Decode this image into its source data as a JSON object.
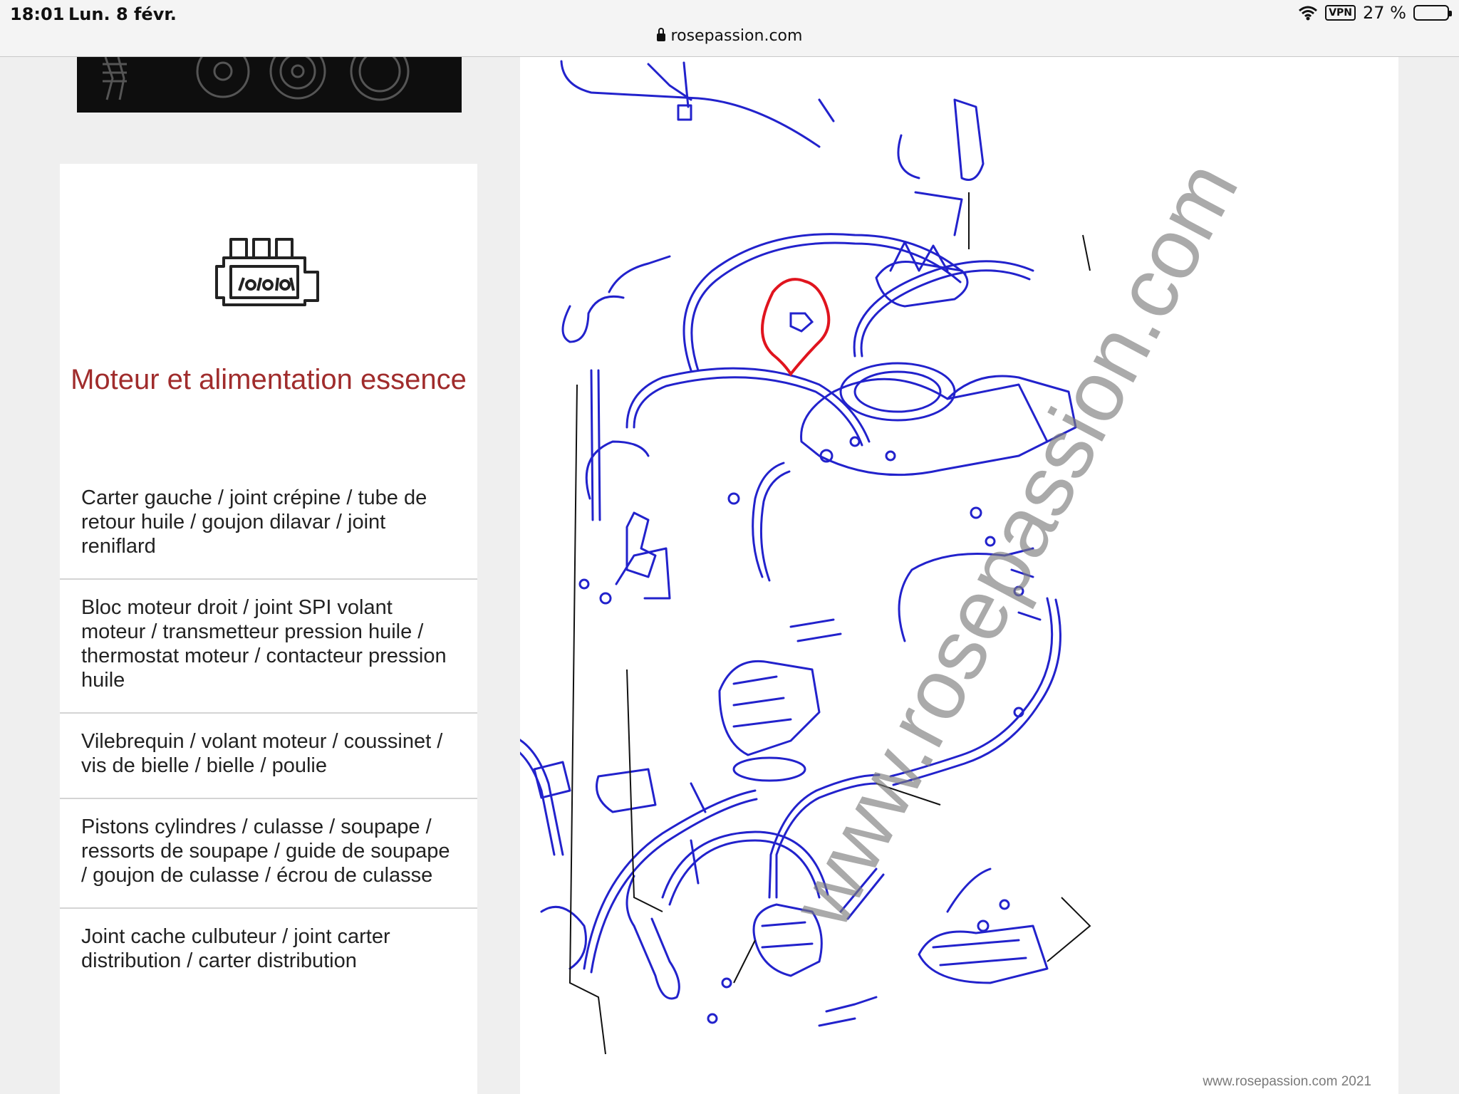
{
  "status_bar": {
    "time": "18:01",
    "date": "Lun. 8 févr.",
    "vpn": "VPN",
    "battery": "27 %",
    "battery_level": 0.27
  },
  "browser": {
    "url": "rosepassion.com"
  },
  "category": {
    "title": "Moteur et alimentation essence",
    "icon": "engine-icon",
    "items": [
      {
        "label": "Carter gauche / joint crépine / tube de retour huile / goujon dilavar / joint reniflard"
      },
      {
        "label": "Bloc moteur droit / joint SPI volant moteur / transmetteur pression huile / thermostat moteur / contacteur pression huile"
      },
      {
        "label": "Vilebrequin / volant moteur / coussinet / vis de bielle / bielle / poulie"
      },
      {
        "label": "Pistons cylindres / culasse / soupape / ressorts de soupape / guide de soupape / goujon de culasse / écrou de culasse"
      },
      {
        "label": "Joint cache culbuteur / joint carter distribution / carter distribution"
      }
    ]
  },
  "diagram": {
    "watermark": "www.rosepassion.com",
    "credit": "www.rosepassion.com 2021",
    "line_color": "#2222cc",
    "annotation_color": "#e0141e"
  },
  "colors": {
    "title": "#a02c2c",
    "background": "#efefef"
  }
}
